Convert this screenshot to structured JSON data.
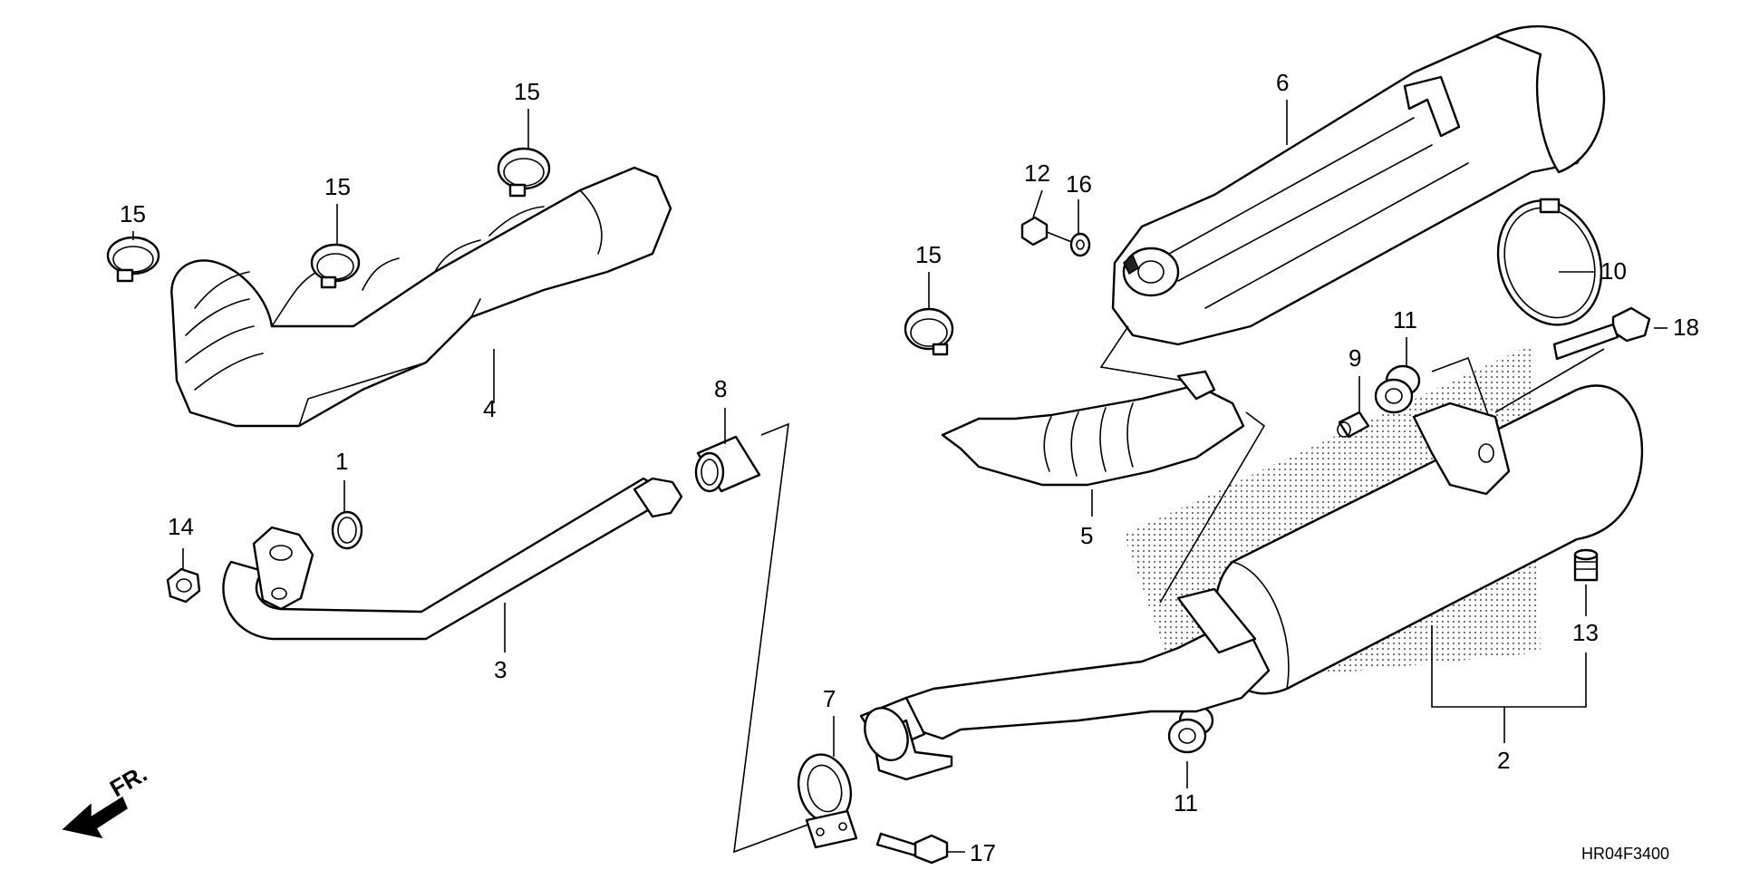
{
  "diagram": {
    "callouts": {
      "p1": "1",
      "p2": "2",
      "p3": "3",
      "p4": "4",
      "p5": "5",
      "p6": "6",
      "p7": "7",
      "p8": "8",
      "p9": "9",
      "p10": "10",
      "p11a": "11",
      "p11b": "11",
      "p12": "12",
      "p13": "13",
      "p14": "14",
      "p15a": "15",
      "p15b": "15",
      "p15c": "15",
      "p15d": "15",
      "p16": "16",
      "p17": "17",
      "p18": "18"
    },
    "direction_label": "FR.",
    "diagram_code": "HR04F3400",
    "colors": {
      "line": "#000000",
      "background": "#ffffff",
      "stipple": "#555555"
    }
  }
}
